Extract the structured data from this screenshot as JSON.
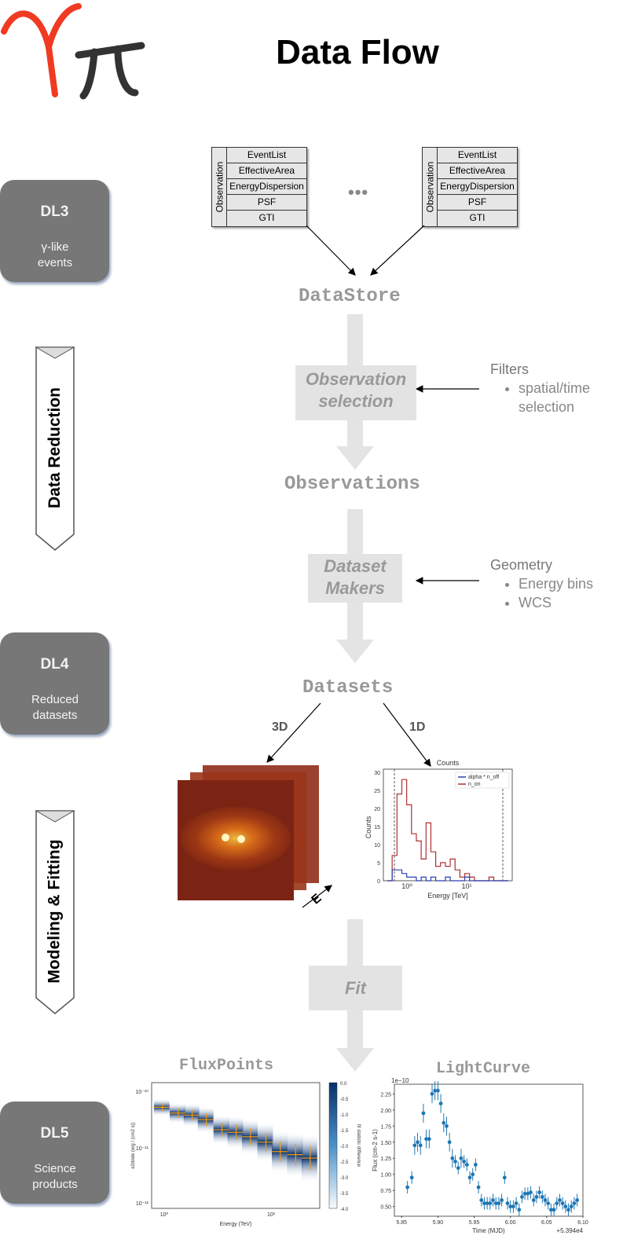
{
  "header": {
    "logo_gamma": "γ",
    "logo_pi": "π",
    "title": "Data Flow"
  },
  "levels": [
    {
      "label": "DL3",
      "desc": "γ-like events"
    },
    {
      "label": "DL4",
      "desc": "Reduced datasets"
    },
    {
      "label": "DL5",
      "desc": "Science products"
    }
  ],
  "stages": {
    "reduction": "Data Reduction",
    "modeling": "Modeling & Fitting"
  },
  "observation_table": {
    "side_label": "Observation",
    "rows": [
      "EventList",
      "EffectiveArea",
      "EnergyDispersion",
      "PSF",
      "GTI"
    ],
    "ellipsis": "•••"
  },
  "flow": {
    "datastore": "DataStore",
    "obs_selection": "Observation selection",
    "observations": "Observations",
    "dataset_makers": "Dataset Makers",
    "datasets": "Datasets",
    "fit": "Fit",
    "branch_3d": "3D",
    "branch_1d": "1D",
    "energy_axis": "E"
  },
  "side_notes": {
    "filters": {
      "title": "Filters",
      "items": [
        "spatial/time selection"
      ]
    },
    "geometry": {
      "title": "Geometry",
      "items": [
        "Energy bins",
        "WCS"
      ]
    }
  },
  "products": {
    "fluxpoints": "FluxPoints",
    "lightcurve": "LightCurve"
  },
  "counts_plot": {
    "title": "Counts",
    "xlabel": "Energy [TeV]",
    "ylabel": "Counts",
    "legend": [
      "alpha * n_off",
      "n_on"
    ],
    "yticks": [
      "0",
      "5",
      "10",
      "15",
      "20",
      "25",
      "30"
    ],
    "xticks": [
      "10⁰",
      "10¹"
    ],
    "colors": {
      "n_on": "#b03030",
      "n_off": "#2a3fb0"
    },
    "chart_data": {
      "type": "line",
      "n_on": [
        0,
        7,
        24,
        28,
        21,
        13,
        11,
        6,
        16,
        8,
        4,
        5,
        4,
        6,
        3,
        1,
        2,
        1,
        0,
        0,
        0,
        1,
        0,
        0,
        0
      ],
      "n_off": [
        0,
        3,
        3,
        2,
        1,
        1,
        0,
        1,
        0,
        1,
        0,
        0,
        1,
        0,
        0,
        0,
        1,
        0,
        0,
        0,
        0,
        0,
        0,
        0,
        0
      ],
      "ylim": [
        0,
        30
      ]
    }
  },
  "flux_plot": {
    "xlabel": "Energy (TeV)",
    "ylabel": "e2dnde (erg / (cm2 s))",
    "cbar_label": "fit statistic difference",
    "yticks": [
      "10⁻¹⁰",
      "10⁻¹¹",
      "10⁻¹²"
    ],
    "xticks": [
      "10⁰",
      "10¹"
    ],
    "cbar_ticks": [
      "0.0",
      "-0.5",
      "-1.0",
      "-1.5",
      "-2.0",
      "-2.5",
      "-3.0",
      "-3.5",
      "-4.0"
    ],
    "chart_data": {
      "type": "scatter",
      "energy": [
        0.9,
        1.3,
        1.8,
        2.5,
        3.6,
        5.0,
        7.0,
        10.0,
        14.0,
        20.0,
        28.0
      ],
      "flux": [
        5e-11,
        4e-11,
        3.7e-11,
        3.1e-11,
        2.1e-11,
        1.9e-11,
        1.6e-11,
        1.3e-11,
        9e-12,
        8e-12,
        7e-12
      ]
    }
  },
  "lc_plot": {
    "scale_label": "1e−10",
    "ylabel": "Flux (cm-2 s-1)",
    "xlabel": "Time (MJD)",
    "offset_label": "+5.394e4",
    "yticks": [
      "0.50",
      "0.75",
      "1.00",
      "1.25",
      "1.50",
      "1.75",
      "2.00",
      "2.25"
    ],
    "xticks": [
      "5.85",
      "5.90",
      "5.95",
      "6.00",
      "6.05",
      "6.10"
    ],
    "color": "#1f77b4",
    "chart_data": {
      "type": "scatter",
      "x": [
        5.858,
        5.864,
        5.868,
        5.872,
        5.876,
        5.88,
        5.884,
        5.888,
        5.892,
        5.896,
        5.9,
        5.904,
        5.908,
        5.912,
        5.916,
        5.92,
        5.924,
        5.928,
        5.932,
        5.936,
        5.94,
        5.944,
        5.948,
        5.952,
        5.956,
        5.96,
        5.964,
        5.968,
        5.972,
        5.976,
        5.98,
        5.984,
        5.988,
        5.992,
        5.996,
        6.0,
        6.004,
        6.008,
        6.012,
        6.016,
        6.02,
        6.024,
        6.028,
        6.032,
        6.036,
        6.04,
        6.044,
        6.048,
        6.052,
        6.056,
        6.06,
        6.064,
        6.068,
        6.072,
        6.076,
        6.08,
        6.084,
        6.088,
        6.092
      ],
      "y": [
        0.8,
        0.95,
        1.45,
        1.5,
        1.45,
        1.95,
        1.55,
        1.55,
        2.25,
        2.3,
        2.3,
        2.1,
        1.8,
        1.75,
        1.5,
        1.25,
        1.2,
        1.1,
        1.25,
        1.2,
        1.15,
        0.95,
        1.0,
        1.15,
        0.8,
        0.6,
        0.55,
        0.55,
        0.55,
        0.6,
        0.55,
        0.55,
        0.6,
        0.95,
        0.55,
        0.5,
        0.5,
        0.55,
        0.45,
        0.65,
        0.7,
        0.7,
        0.72,
        0.6,
        0.65,
        0.72,
        0.65,
        0.6,
        0.55,
        0.45,
        0.45,
        0.55,
        0.6,
        0.55,
        0.5,
        0.45,
        0.5,
        0.55,
        0.6
      ]
    }
  }
}
